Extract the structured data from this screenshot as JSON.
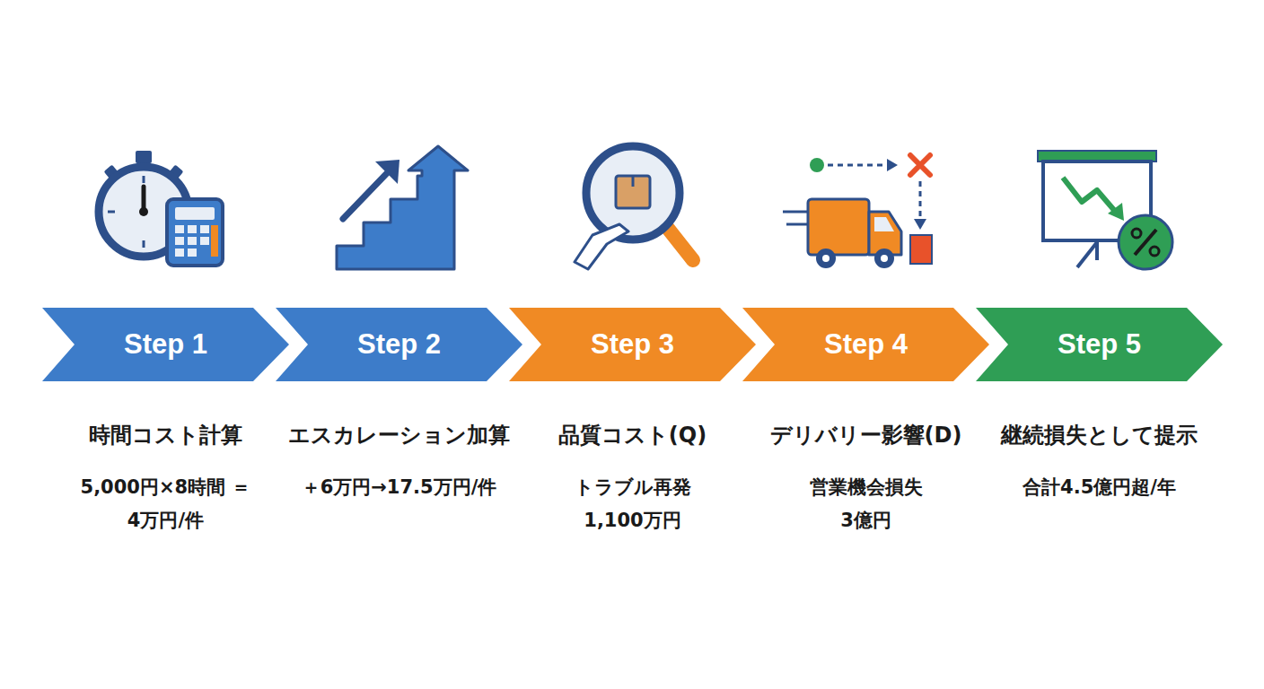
{
  "diagram": {
    "nodes": [
      {
        "text": [
          "Step 1",
          "時間コスト計算",
          "5,000円×8時間 ＝4万円/件"
        ]
      },
      {
        "text": [
          "Step 2",
          "エスカレーション加算",
          "＋6万円→17.5万円/件"
        ]
      },
      {
        "text": [
          "Step 3",
          "品質コスト(Q)",
          "トラブル再発 1,100万円"
        ]
      },
      {
        "text": [
          "Step 4",
          "デリバリー影響(D)",
          "営業機会損失 3億円"
        ]
      },
      {
        "text": [
          "Step 5",
          "継続損失として提示",
          "合計4.5億円超/年"
        ]
      }
    ]
  }
}
